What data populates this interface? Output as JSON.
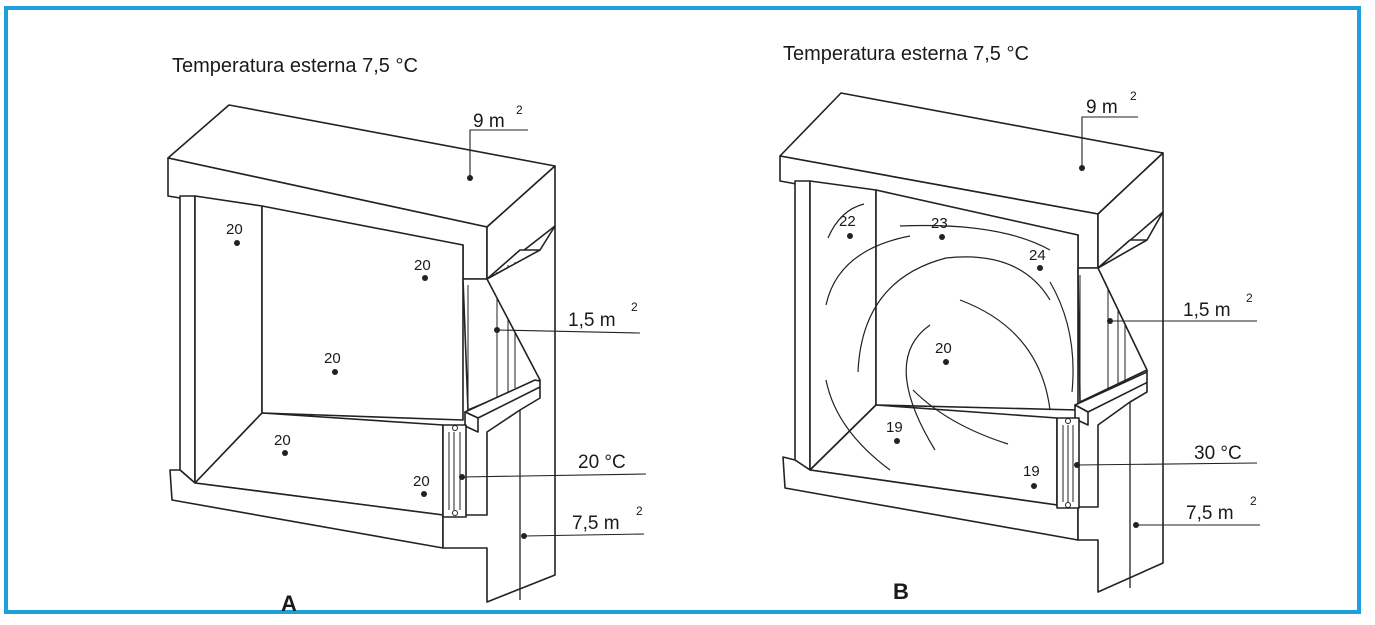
{
  "panel_a": {
    "letter": "A",
    "title": "Temperatura esterna 7,5 °C",
    "ceiling_area": "9 m",
    "window_area": "1,5 m",
    "radiator_temp": "20 °C",
    "floor_area": "7,5 m",
    "squared": "2",
    "readings": [
      "20",
      "20",
      "20",
      "20",
      "20"
    ]
  },
  "panel_b": {
    "letter": "B",
    "title": "Temperatura esterna 7,5 °C",
    "ceiling_area": "9 m",
    "window_area": "1,5 m",
    "radiator_temp": "30 °C",
    "floor_area": "7,5 m",
    "squared": "2",
    "readings": [
      "22",
      "23",
      "24",
      "20",
      "19",
      "19"
    ]
  },
  "colors": {
    "frame": "#1ea0dc",
    "ink": "#222222"
  }
}
